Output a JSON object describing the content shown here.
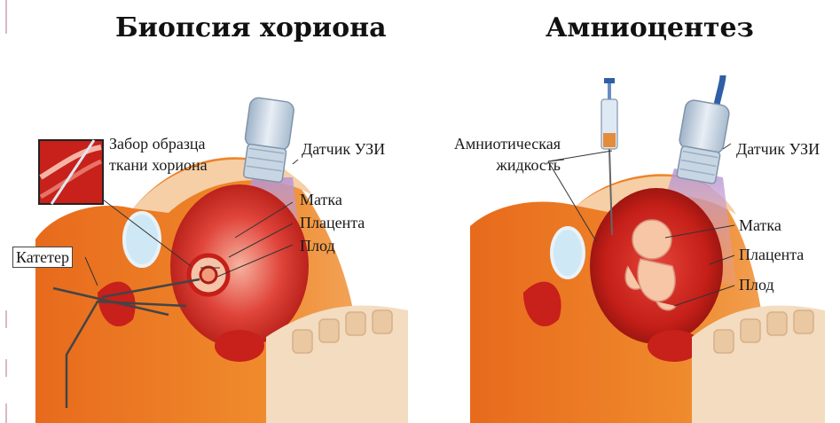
{
  "left_panel": {
    "title": "Биопсия хориона",
    "labels": {
      "sample_line1": "Забор образца",
      "sample_line2": "ткани хориона",
      "probe": "Датчик УЗИ",
      "uterus": "Матка",
      "placenta": "Плацента",
      "fetus": "Плод",
      "catheter": "Катетер"
    }
  },
  "right_panel": {
    "title": "Амниоцентез",
    "labels": {
      "fluid_line1": "Амниотическая",
      "fluid_line2": "жидкость",
      "probe": "Датчик УЗИ",
      "uterus": "Матка",
      "placenta": "Плацента",
      "fetus": "Плод"
    }
  },
  "colors": {
    "tissue_red": "#c8201a",
    "tissue_orange": "#e8741e",
    "skin_light": "#f4c79a",
    "ultrasound_beam": "#c9a0d8",
    "probe_gray": "#b8c8d8"
  }
}
